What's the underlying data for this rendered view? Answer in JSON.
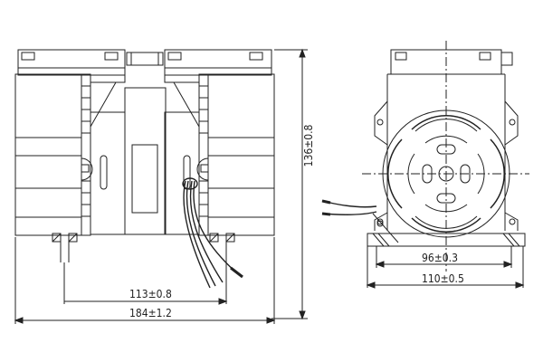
{
  "drawing": {
    "type": "technical-drawing",
    "subject": "Twin-head diaphragm air pump outline dimensions",
    "line_color": "#222222",
    "background": "#ffffff"
  },
  "views": {
    "front": {
      "dimensions": {
        "height": "136±0.8",
        "mount_spacing": "113±0.8",
        "overall_length": "184±1.2"
      }
    },
    "side": {
      "dimensions": {
        "mount_spacing": "96±0.3",
        "overall_width": "110±0.5"
      }
    }
  }
}
